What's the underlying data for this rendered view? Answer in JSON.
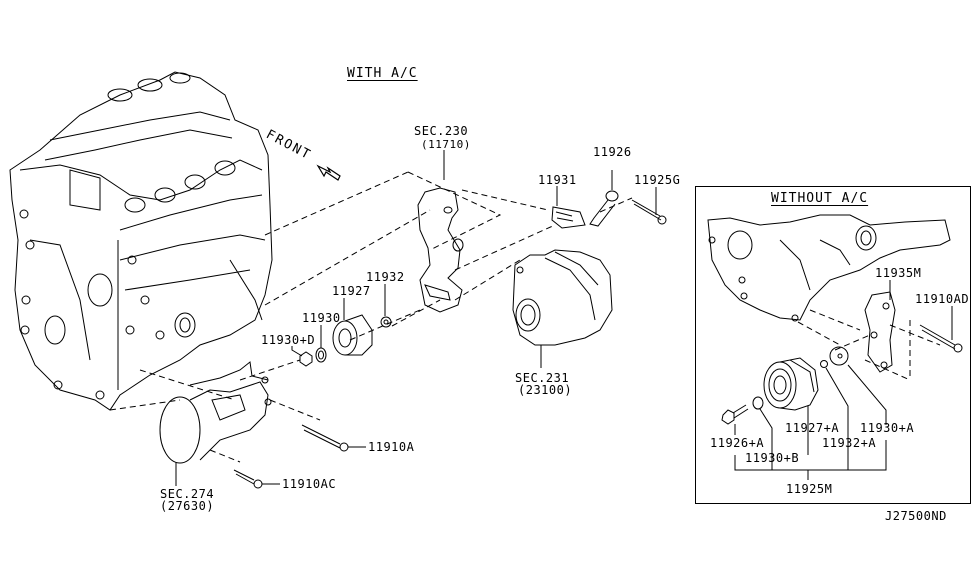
{
  "diagram": {
    "title": "Engine Mounting Bracket & Drive Belt Idler Assembly",
    "colors": {
      "line": "#000000",
      "background": "#ffffff"
    },
    "main_section": {
      "heading": "WITH A/C",
      "direction_marker": "FRONT",
      "references": [
        {
          "label": "SEC.230",
          "code": "(11710)",
          "part": "engine-mounting-bracket"
        },
        {
          "label": "SEC.231",
          "code": "(23100)",
          "part": "alternator"
        },
        {
          "label": "SEC.274",
          "code": "(27630)",
          "part": "ac-compressor"
        }
      ],
      "parts": [
        {
          "number": "11926",
          "part": "bolt"
        },
        {
          "number": "11931",
          "part": "spacer"
        },
        {
          "number": "11925G",
          "part": "bolt"
        },
        {
          "number": "11932",
          "part": "nut"
        },
        {
          "number": "11927",
          "part": "idler-pulley"
        },
        {
          "number": "11930",
          "part": "washer"
        },
        {
          "number": "11930+D",
          "part": "nut"
        },
        {
          "number": "11910A",
          "part": "bolt"
        },
        {
          "number": "11910AC",
          "part": "bolt"
        }
      ]
    },
    "inset_section": {
      "heading": "WITHOUT A/C",
      "parts": [
        {
          "number": "11935M",
          "part": "bracket"
        },
        {
          "number": "11910AD",
          "part": "bolt"
        },
        {
          "number": "11927+A",
          "part": "idler-pulley"
        },
        {
          "number": "11930+A",
          "part": "washer"
        },
        {
          "number": "11926+A",
          "part": "bolt"
        },
        {
          "number": "11932+A",
          "part": "nut"
        },
        {
          "number": "11930+B",
          "part": "washer"
        },
        {
          "number": "11925M",
          "part": "idler-pulley-assembly"
        }
      ]
    },
    "figure_code": "J27500ND"
  }
}
